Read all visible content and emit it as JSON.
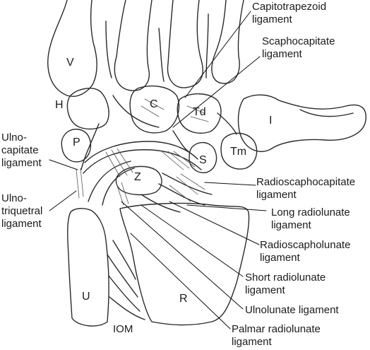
{
  "bones": {
    "V": "V",
    "H": "H",
    "C": "C",
    "Td": "Td",
    "I": "I",
    "P": "P",
    "S": "S",
    "Tm": "Tm",
    "Z": "Z",
    "U": "U",
    "R": "R",
    "IOM": "IOM"
  },
  "labels": {
    "capitotrapezoid": [
      "Capitotrapezoid",
      "ligament"
    ],
    "scaphocapitate": [
      "Scaphocapitate",
      "ligament"
    ],
    "ulnocapitate": [
      "Ulno-",
      "capitate",
      "ligament"
    ],
    "ulnotriquetral": [
      "Ulno-",
      "triquetral",
      "ligament"
    ],
    "radioscaphocapitate": [
      "Radioscaphocapitate",
      "ligament"
    ],
    "long_radiolunate": [
      "Long radiolunate",
      "ligament"
    ],
    "radioscapholunate": [
      "Radioscapholunate",
      "ligament"
    ],
    "short_radiolunate": [
      "Short radiolunate",
      "ligament"
    ],
    "ulnolunate": [
      "Ulnolunate ligament"
    ],
    "palmar_radiolunate": [
      "Palmar radiolunate",
      "ligament"
    ]
  }
}
